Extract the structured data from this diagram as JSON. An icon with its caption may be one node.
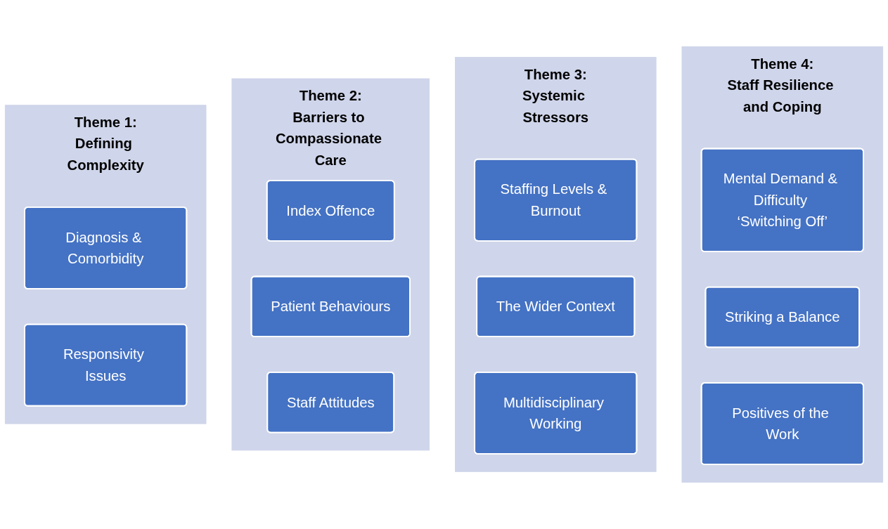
{
  "diagram": {
    "nodes": [
      {
        "text": [
          "Theme 1:",
          "Defining Complexity"
        ]
      },
      {
        "text": [
          "Diagnosis & Comorbidity"
        ],
        "in": 0
      },
      {
        "text": [
          "Responsivity Issues"
        ],
        "in": 0
      },
      {
        "text": [
          "Theme 2:",
          "Barriers to Compassionate Care"
        ]
      },
      {
        "text": [
          "Index Offence"
        ],
        "in": 3
      },
      {
        "text": [
          "Patient Behaviours"
        ],
        "in": 3
      },
      {
        "text": [
          "Staff Attitudes"
        ],
        "in": 3
      },
      {
        "text": [
          "Theme 3:",
          "Systemic Stressors"
        ]
      },
      {
        "text": [
          "Staffing Levels & Burnout"
        ],
        "in": 7
      },
      {
        "text": [
          "The Wider Context"
        ],
        "in": 7
      },
      {
        "text": [
          "Multidisciplinary Working"
        ],
        "in": 7
      },
      {
        "text": [
          "Theme 4:",
          "Staff Resilience and Coping"
        ]
      },
      {
        "text": [
          "Mental Demand & Difficulty ‘Switching Off’"
        ],
        "in": 11
      },
      {
        "text": [
          "Striking a Balance"
        ],
        "in": 11
      },
      {
        "text": [
          "Positives of the Work"
        ],
        "in": 11
      }
    ]
  }
}
